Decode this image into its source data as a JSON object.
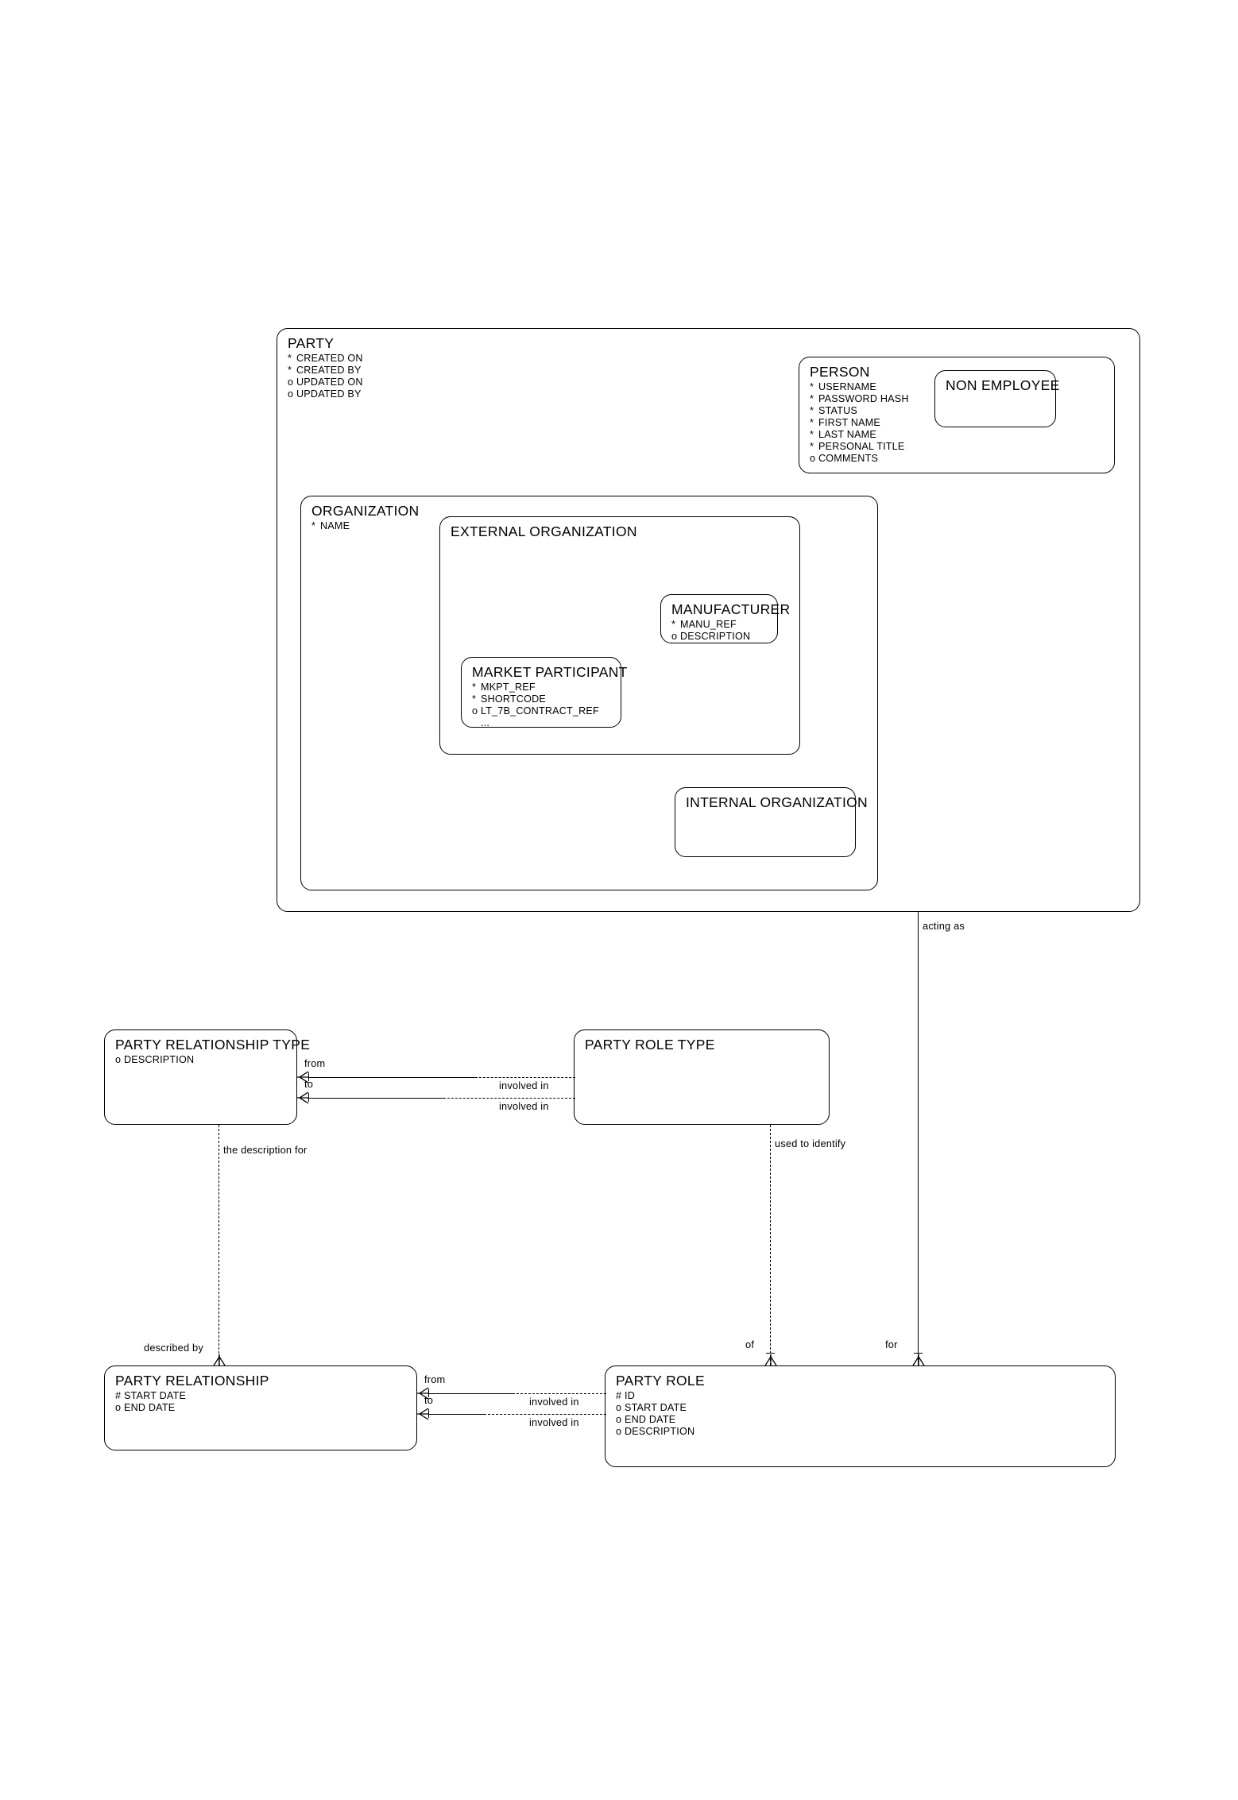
{
  "diagram": {
    "title": "Party Entity Relationship Diagram",
    "notation": "Barker ERD",
    "mandatory_marker": "*",
    "optional_marker": "o",
    "primary_key_marker": "#",
    "line_color": "#000000",
    "background_color": "#ffffff"
  },
  "entities": {
    "party": {
      "name": "PARTY",
      "attributes": [
        {
          "marker": "*",
          "label": "CREATED ON"
        },
        {
          "marker": "*",
          "label": "CREATED BY"
        },
        {
          "marker": "o",
          "label": "UPDATED ON"
        },
        {
          "marker": "o",
          "label": "UPDATED BY"
        }
      ]
    },
    "person": {
      "name": "PERSON",
      "attributes": [
        {
          "marker": "*",
          "label": "USERNAME"
        },
        {
          "marker": "*",
          "label": "PASSWORD HASH"
        },
        {
          "marker": "*",
          "label": "STATUS"
        },
        {
          "marker": "*",
          "label": "FIRST NAME"
        },
        {
          "marker": "*",
          "label": "LAST NAME"
        },
        {
          "marker": "*",
          "label": "PERSONAL TITLE"
        },
        {
          "marker": "o",
          "label": "COMMENTS"
        }
      ]
    },
    "non_employee": {
      "name": "NON EMPLOYEE",
      "attributes": []
    },
    "organization": {
      "name": "ORGANIZATION",
      "attributes": [
        {
          "marker": "*",
          "label": "NAME"
        }
      ]
    },
    "external_organization": {
      "name": "EXTERNAL ORGANIZATION",
      "attributes": []
    },
    "manufacturer": {
      "name": "MANUFACTURER",
      "attributes": [
        {
          "marker": "*",
          "label": "MANU_REF"
        },
        {
          "marker": "o",
          "label": "DESCRIPTION"
        }
      ]
    },
    "market_participant": {
      "name": "MARKET PARTICIPANT",
      "attributes": [
        {
          "marker": "*",
          "label": "MKPT_REF"
        },
        {
          "marker": "*",
          "label": "SHORTCODE"
        },
        {
          "marker": "o",
          "label": "LT_7B_CONTRACT_REF"
        },
        {
          "marker": "",
          "label": "..."
        }
      ]
    },
    "internal_organization": {
      "name": "INTERNAL ORGANIZATION",
      "attributes": []
    },
    "party_relationship_type": {
      "name": "PARTY RELATIONSHIP TYPE",
      "attributes": [
        {
          "marker": "o",
          "label": "DESCRIPTION"
        }
      ]
    },
    "party_role_type": {
      "name": "PARTY ROLE TYPE",
      "attributes": []
    },
    "party_relationship": {
      "name": "PARTY RELATIONSHIP",
      "attributes": [
        {
          "marker": "#",
          "label": "START DATE"
        },
        {
          "marker": "o",
          "label": "END DATE"
        }
      ]
    },
    "party_role": {
      "name": "PARTY ROLE",
      "attributes": [
        {
          "marker": "#",
          "label": "ID"
        },
        {
          "marker": "o",
          "label": "START DATE"
        },
        {
          "marker": "o",
          "label": "END DATE"
        },
        {
          "marker": "o",
          "label": "DESCRIPTION"
        }
      ]
    }
  },
  "relationships": {
    "acting_as": "acting as",
    "for": "for",
    "the_description_for": "the description for",
    "described_by": "described by",
    "used_to_identify": "used to identify",
    "of": "of",
    "prt_from": "from",
    "prt_to": "to",
    "prt_involved_in_1": "involved in",
    "prt_involved_in_2": "involved in",
    "pr_from": "from",
    "pr_to": "to",
    "pr_involved_in_1": "involved in",
    "pr_involved_in_2": "involved in"
  }
}
